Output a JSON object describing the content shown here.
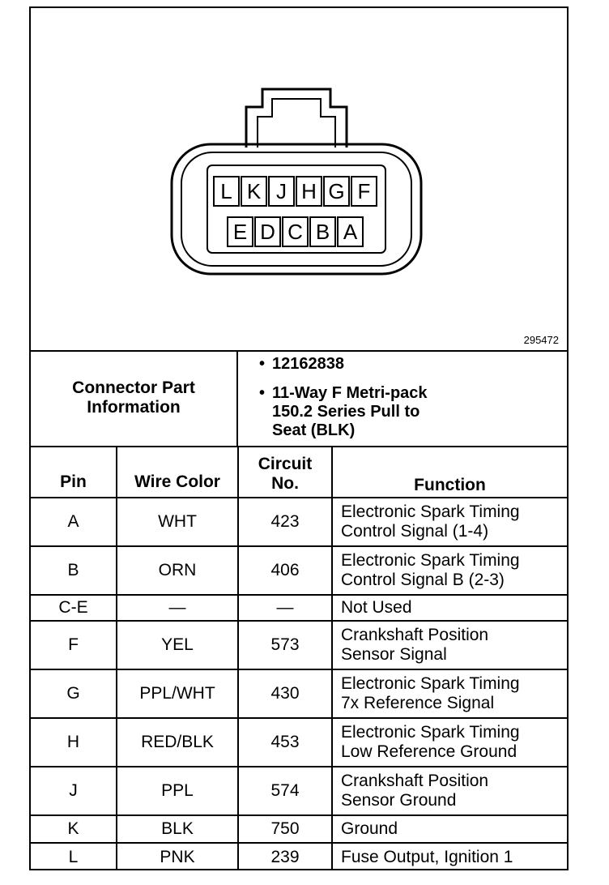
{
  "diagram": {
    "figure_number": "295472",
    "top_row_pins": [
      "L",
      "K",
      "J",
      "H",
      "G",
      "F"
    ],
    "bottom_row_pins": [
      "E",
      "D",
      "C",
      "B",
      "A"
    ]
  },
  "connector_info": {
    "label_line1": "Connector Part",
    "label_line2": "Information",
    "bullet_glyph": "•",
    "part_number": "12162838",
    "description_line1": "11-Way F Metri-pack",
    "description_line2": "150.2 Series Pull to",
    "description_line3": "Seat (BLK)"
  },
  "table": {
    "headers": {
      "pin": "Pin",
      "wire_color": "Wire Color",
      "circuit_line1": "Circuit",
      "circuit_line2": "No.",
      "function": "Function"
    },
    "rows": [
      {
        "pin": "A",
        "wire": "WHT",
        "circuit": "423",
        "func1": "Electronic Spark Timing",
        "func2": "Control Signal (1-4)"
      },
      {
        "pin": "B",
        "wire": "ORN",
        "circuit": "406",
        "func1": "Electronic Spark Timing",
        "func2": "Control Signal B (2-3)"
      },
      {
        "pin": "C-E",
        "wire": "—",
        "circuit": "—",
        "func1": "Not Used",
        "func2": ""
      },
      {
        "pin": "F",
        "wire": "YEL",
        "circuit": "573",
        "func1": "Crankshaft Position",
        "func2": "Sensor Signal"
      },
      {
        "pin": "G",
        "wire": "PPL/WHT",
        "circuit": "430",
        "func1": "Electronic Spark Timing",
        "func2": "7x Reference Signal"
      },
      {
        "pin": "H",
        "wire": "RED/BLK",
        "circuit": "453",
        "func1": "Electronic Spark Timing",
        "func2": "Low Reference Ground"
      },
      {
        "pin": "J",
        "wire": "PPL",
        "circuit": "574",
        "func1": "Crankshaft Position",
        "func2": "Sensor Ground"
      },
      {
        "pin": "K",
        "wire": "BLK",
        "circuit": "750",
        "func1": "Ground",
        "func2": ""
      },
      {
        "pin": "L",
        "wire": "PNK",
        "circuit": "239",
        "func1": "Fuse Output, Ignition 1",
        "func2": ""
      }
    ]
  }
}
